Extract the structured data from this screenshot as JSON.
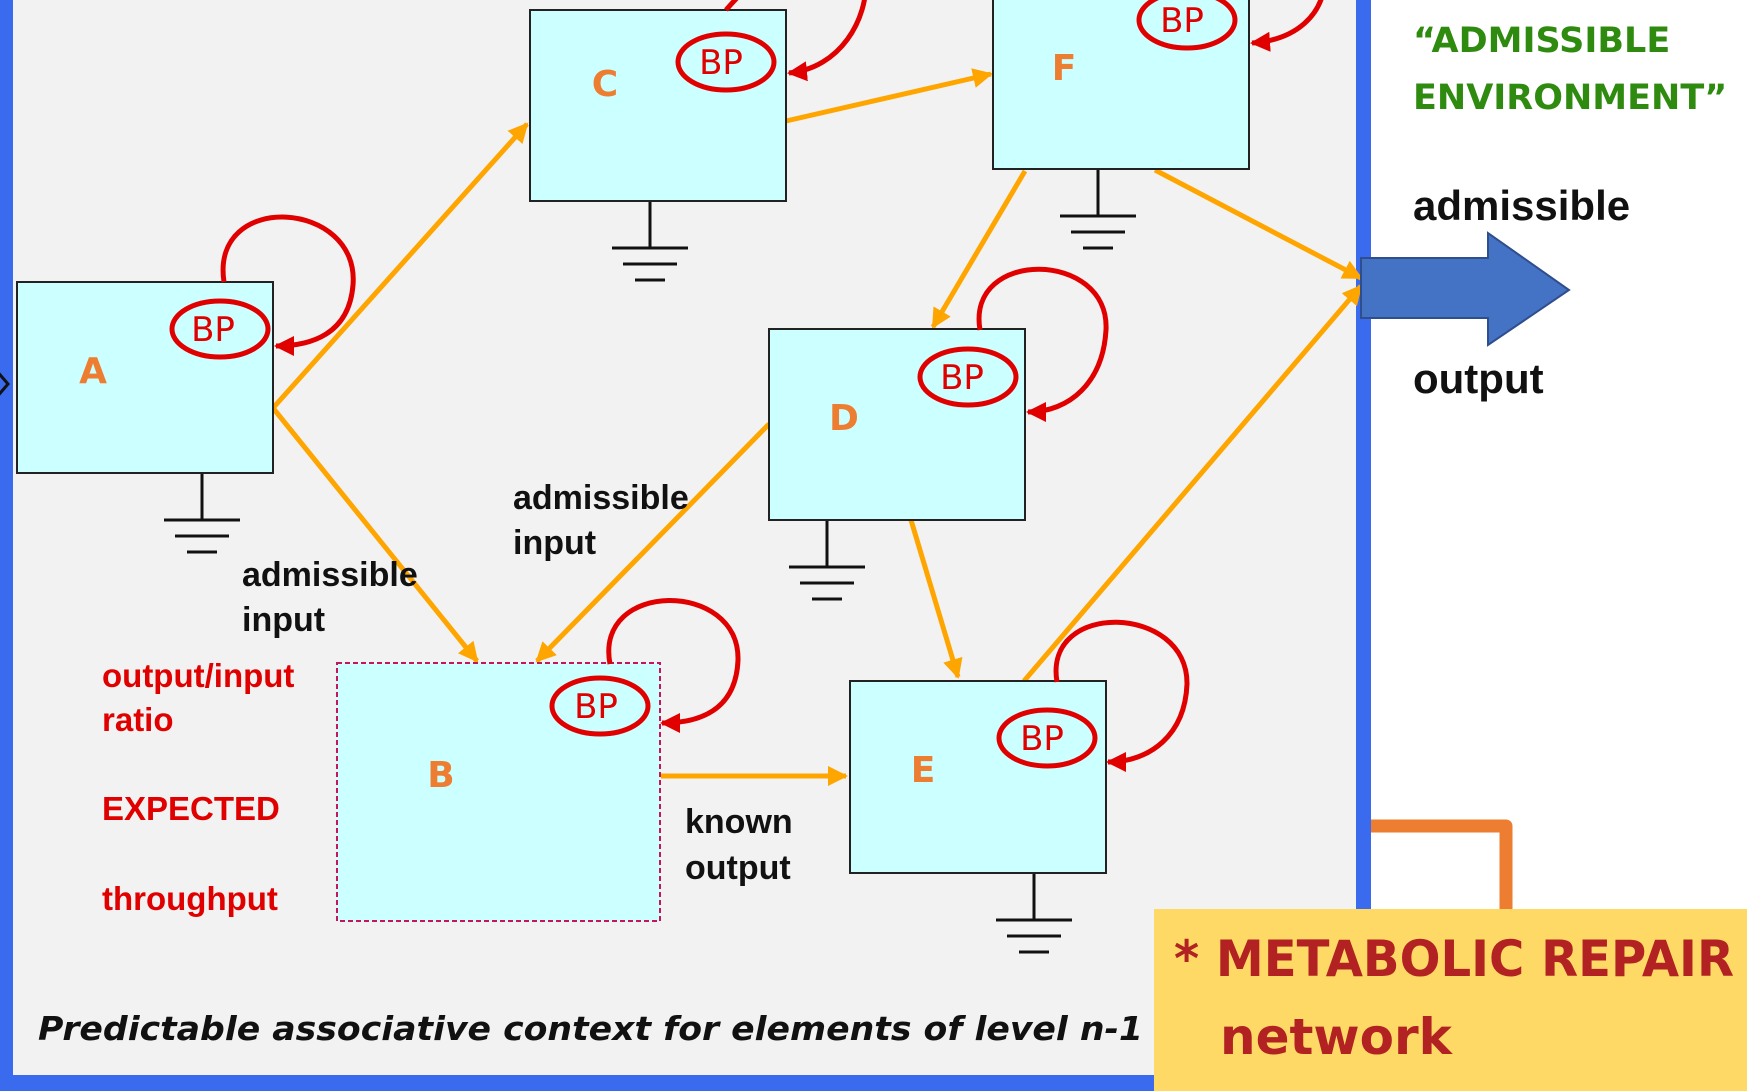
{
  "colors": {
    "frame": "#3A6BEF",
    "panel": "#F2F2F2",
    "box_fill": "#CCFFFF",
    "arrow": "#FFA500",
    "bp": "#E00000",
    "node_label": "#ED7D31",
    "output_arrow": "#4472C4",
    "callout_fill": "#FFD966",
    "callout_text": "#B22222",
    "callout_connector": "#ED7D31",
    "green_text": "#2E8B0F"
  },
  "nodes": {
    "A": {
      "label": "A",
      "bp": "BP"
    },
    "B": {
      "label": "B",
      "bp": "BP"
    },
    "C": {
      "label": "C",
      "bp": "BP"
    },
    "D": {
      "label": "D",
      "bp": "BP"
    },
    "E": {
      "label": "E",
      "bp": "BP"
    },
    "F": {
      "label": "F",
      "bp": "BP"
    }
  },
  "labels": {
    "admissible_input_left_1": "admissible",
    "admissible_input_left_2": "input",
    "admissible_input_mid_1": "admissible",
    "admissible_input_mid_2": "input",
    "known_output_1": "known",
    "known_output_2": "output",
    "ratio_1": "output/input",
    "ratio_2": "ratio",
    "expected": "EXPECTED",
    "throughput": "throughput",
    "caption": "Predictable associative context for elements of level n-1"
  },
  "right": {
    "environment_1": "“ADMISSIBLE",
    "environment_2": "ENVIRONMENT”",
    "admissible": "admissible",
    "output": "output"
  },
  "callout": {
    "line1": "* METABOLIC REPAIR",
    "line2": "network"
  }
}
